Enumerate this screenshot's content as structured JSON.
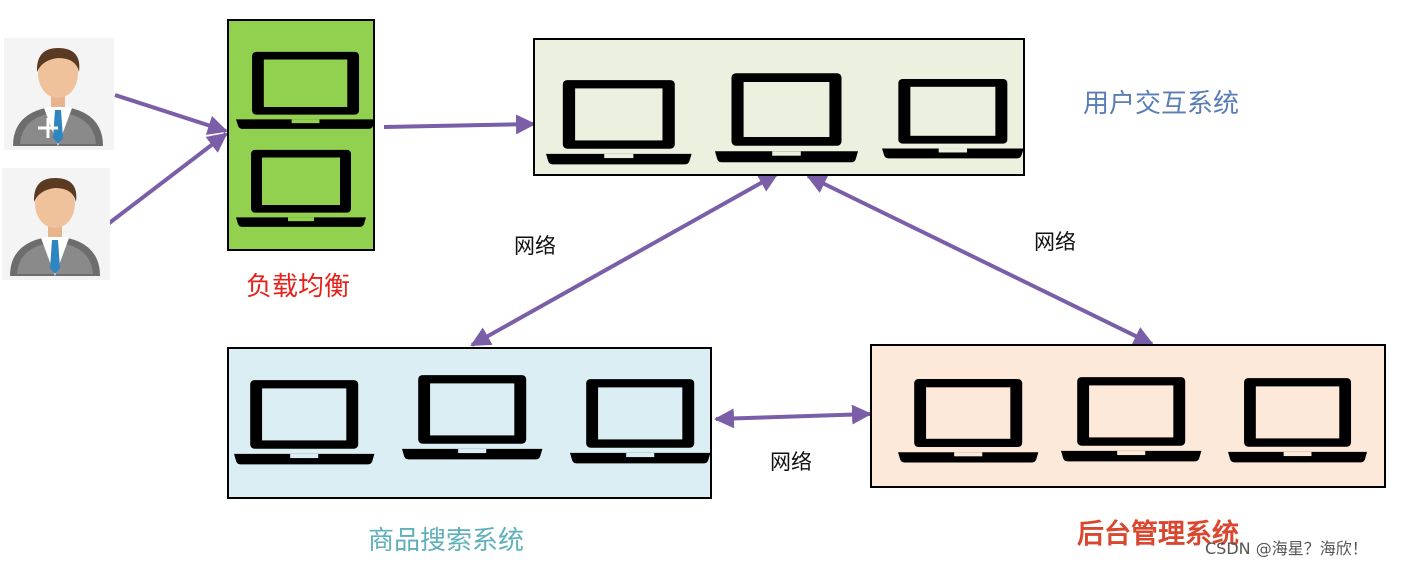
{
  "labels": {
    "load_balancer": "负载均衡",
    "user_interaction": "用户交互系统",
    "product_search": "商品搜索系统",
    "admin_system": "后台管理系统",
    "network_left": "网络",
    "network_right": "网络",
    "network_bottom": "网络"
  },
  "watermark": "CSDN @海星？海欣！",
  "colors": {
    "arrow": "#7b5ea8",
    "load_balancer_fill": "#92d050",
    "user_interaction_fill": "#ebf1de",
    "product_search_fill": "#daeef3",
    "admin_fill": "#fde9d9",
    "load_balancer_text": "#e8201a",
    "user_interaction_text": "#5a7db5",
    "product_search_text": "#5fb0bb",
    "admin_text": "#d9472f"
  },
  "icons": [
    "user-avatar-icon",
    "laptop-icon"
  ]
}
